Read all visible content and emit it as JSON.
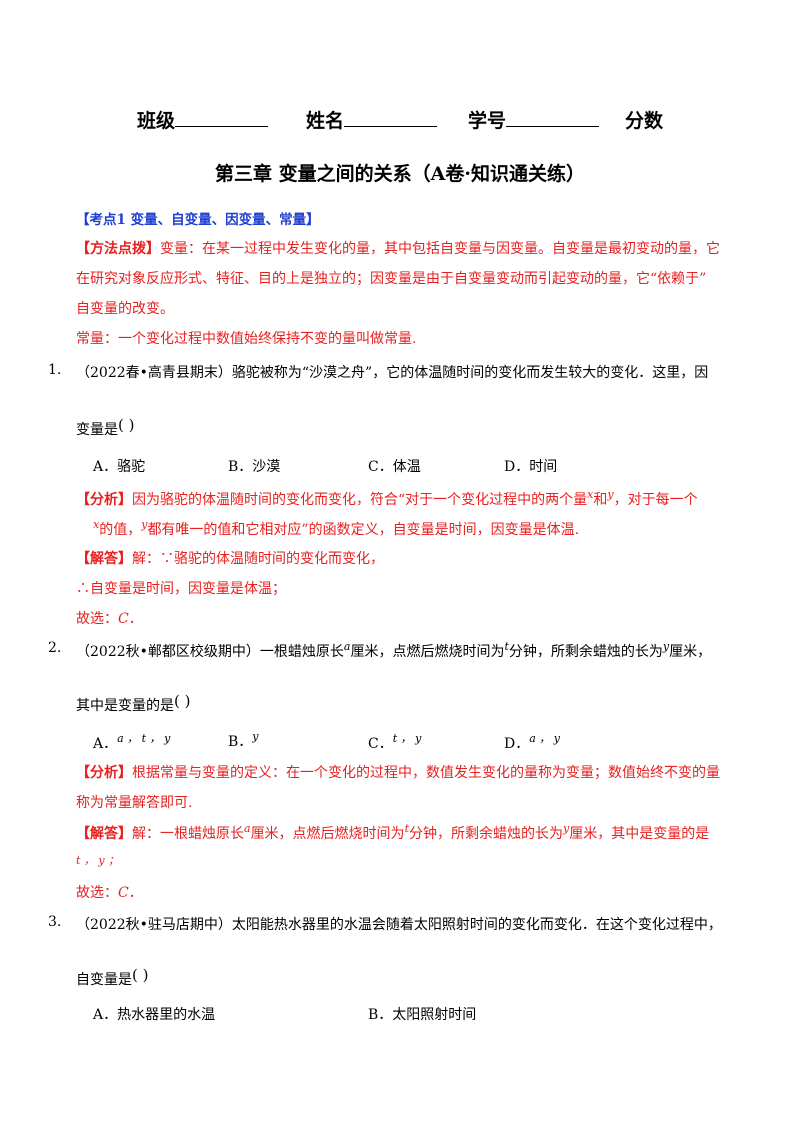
{
  "header": {
    "class_label": "班级",
    "name_label": "姓名",
    "id_label": "学号",
    "score_label": "分数"
  },
  "title": "第三章 变量之间的关系（A卷·知识通关练）",
  "section": {
    "heading": "【考点1 变量、自变量、因变量、常量】",
    "method_tag": "【方法点拨】",
    "method_line1": "变量：在某一过程中发生变化的量，其中包括自变量与因变量。自变量是最初变动的量，它",
    "method_line2": "在研究对象反应形式、特征、目的上是独立的；因变量是由于自变量变动而引起变动的量，它“依赖于”",
    "method_line3": "自变量的改变。",
    "method_line4": "常量：一个变化过程中数值始终保持不变的量叫做常量."
  },
  "q1": {
    "num": "1.",
    "line1": "（2022春•高青县期末）骆驼被称为“沙漠之舟”，它的体温随时间的变化而发生较大的变化．这里，因",
    "line2": "变量是",
    "paren": "(      )",
    "opt_a": "A．骆驼",
    "opt_b": "B．沙漠",
    "opt_c": "C．体温",
    "opt_d": "D．时间",
    "analysis_tag": "【分析】",
    "analysis_1a": "因为骆驼的体温随时间的变化而变化，符合“对于一个变化过程中的两个量",
    "analysis_x": "x",
    "analysis_1b": "和",
    "analysis_y": "y",
    "analysis_1c": "，对于每一个",
    "analysis_2x": "x",
    "analysis_2a": "的值，",
    "analysis_2y": "y",
    "analysis_2b": "都有唯一的值和它相对应”的函数定义，自变量是时间，因变量是体温.",
    "answer_tag": "【解答】",
    "answer_1": "解：∵骆驼的体温随时间的变化而变化，",
    "answer_2": "∴自变量是时间，因变量是体温；",
    "choice_label": "故选：",
    "choice_value": "C",
    "choice_end": "．"
  },
  "q2": {
    "num": "2.",
    "line1a": "（2022秋•郸都区校级期中）一根蜡烛原长",
    "var_a": "a",
    "line1b": "厘米，点燃后燃烧时间为",
    "var_t": "t",
    "line1c": "分钟，所剩余蜡烛的长为",
    "var_y": "y",
    "line1d": "厘米，",
    "line2": "其中是变量的是",
    "paren": "(      )",
    "opt_a_label": "A．",
    "opt_a_vars": "a ， t ， y",
    "opt_b_label": "B．",
    "opt_b_vars": "y",
    "opt_c_label": "C．",
    "opt_c_vars": "t ， y",
    "opt_d_label": "D．",
    "opt_d_vars": "a ， y",
    "analysis_tag": "【分析】",
    "analysis_1": "根据常量与变量的定义：在一个变化的过程中，数值发生变化的量称为变量；数值始终不变的量",
    "analysis_2": "称为常量解答即可.",
    "answer_tag": "【解答】",
    "answer_1a": "解：一根蜡烛原长",
    "answer_a": "a",
    "answer_1b": "厘米，点燃后燃烧时间为",
    "answer_t": "t",
    "answer_1c": "分钟，所剩余蜡烛的长为",
    "answer_y": "y",
    "answer_1d": "厘米，其中是变量的是",
    "answer_2": "t ， y ；",
    "choice_label": "故选：",
    "choice_value": "C",
    "choice_end": "．"
  },
  "q3": {
    "num": "3.",
    "line1": "（2022秋•驻马店期中）太阳能热水器里的水温会随着太阳照射时间的变化而变化．在这个变化过程中，",
    "line2": "自变量是",
    "paren": "(      )",
    "opt_a": "A．热水器里的水温",
    "opt_b": "B．太阳照射时间"
  }
}
